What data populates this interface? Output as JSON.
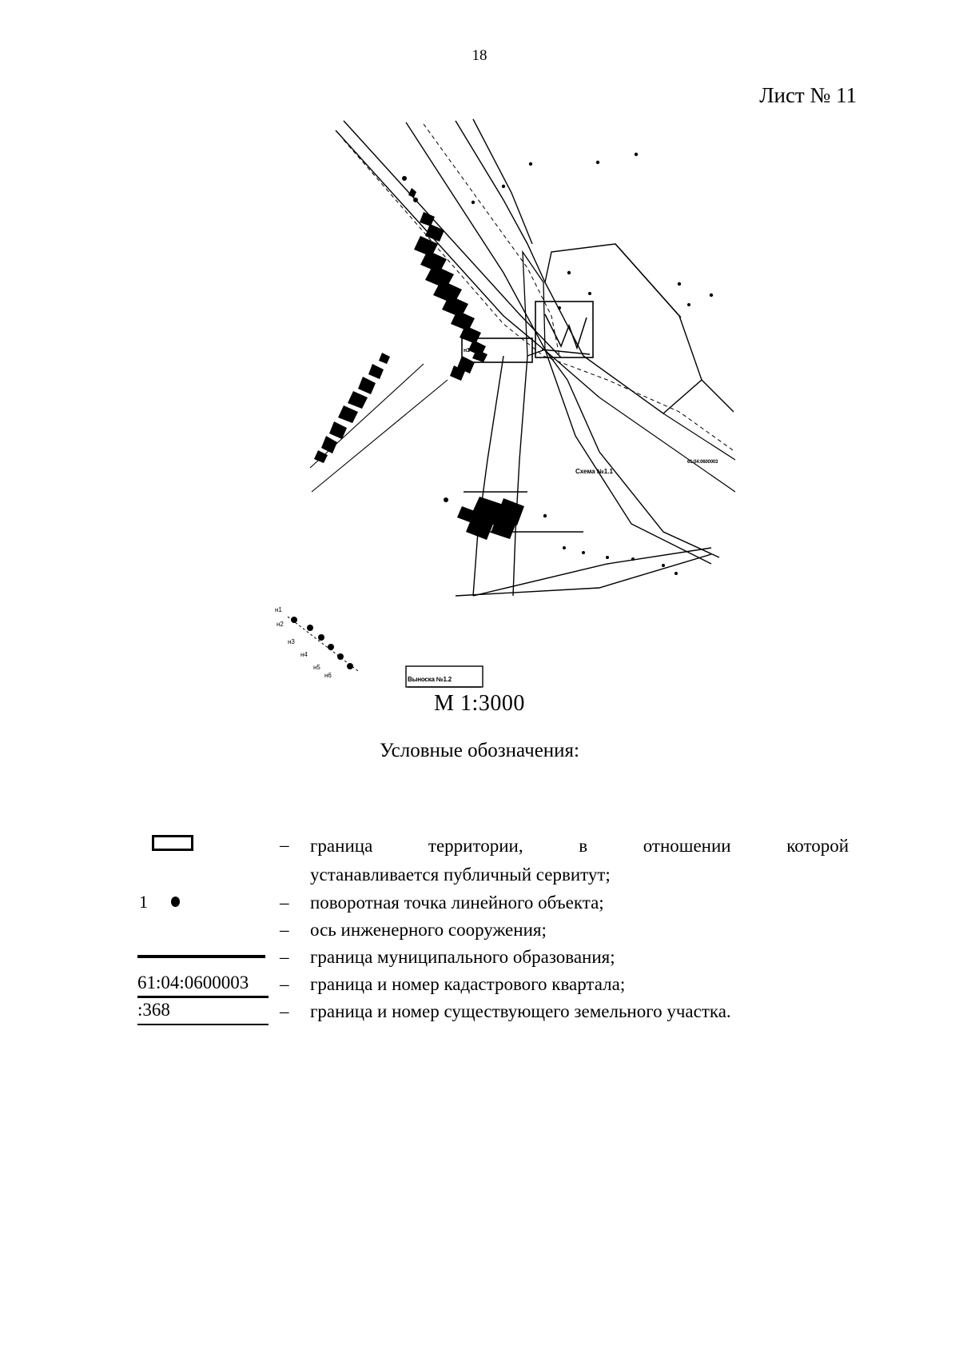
{
  "header": {
    "page_number": "18",
    "sheet_label": "Лист № 11"
  },
  "map": {
    "scale_text": "М 1:3000",
    "callouts": [
      {
        "name": "cadastral-quarter-label-top",
        "text": "61:04:0600003"
      },
      {
        "name": "parcel-callout-box-label",
        "text": "Схема №1.1"
      },
      {
        "name": "point-marker-label",
        "text": "н1"
      },
      {
        "name": "bottom-inset-label",
        "text": "Выноска №1.2"
      }
    ],
    "inset_label": "Выноска №1.2",
    "quarter_label": "61:04:0600003"
  },
  "legend": {
    "title": "Условные обозначения:",
    "dash": "–",
    "items": [
      {
        "symbol": "rectangle-outline",
        "symbol_label": "",
        "description": "граница территории, в отношении которой устанавливается публичный сервитут;",
        "line1": "граница территории, в отношении которой",
        "line2": "устанавливается публичный сервитут;"
      },
      {
        "symbol": "numbered-point",
        "symbol_label": "1",
        "description": "поворотная точка линейного объекта;"
      },
      {
        "symbol": "axis-line",
        "symbol_label": "",
        "description": "ось инженерного сооружения;"
      },
      {
        "symbol": "thick-line",
        "symbol_label": "",
        "description": "граница муниципального образования;"
      },
      {
        "symbol": "cadastral-quarter-number",
        "symbol_label": "61:04:0600003",
        "description": "граница и номер кадастрового квартала;"
      },
      {
        "symbol": "parcel-number",
        "symbol_label": ":368",
        "description": "граница и номер существующего земельного участка."
      }
    ]
  }
}
